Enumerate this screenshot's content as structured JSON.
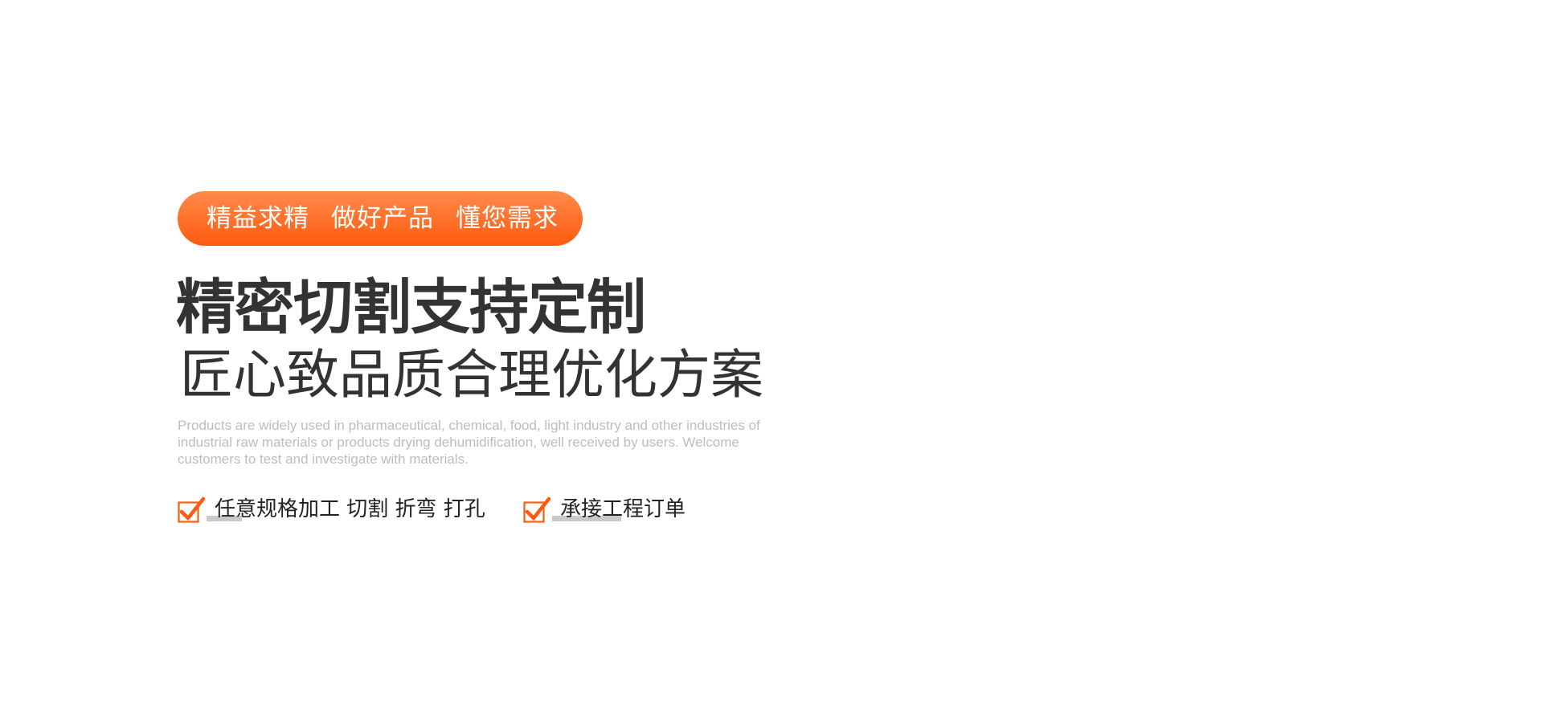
{
  "tagline": {
    "part1": "精益求精",
    "part2": "做好产品",
    "part3": "懂您需求"
  },
  "headline": "精密切割支持定制",
  "subheadline": "匠心致品质合理优化方案",
  "description": "Products are widely used in pharmaceutical, chemical, food, light industry and other industries of industrial raw materials or products drying dehumidification, well received by users. Welcome customers to test and investigate with materials.",
  "features": [
    {
      "icon": "checkbox-check-icon",
      "label": "任意规格加工 切割 折弯 打孔"
    },
    {
      "icon": "checkbox-check-icon",
      "label": "承接工程订单"
    }
  ],
  "colors": {
    "accent": "#ff5a10",
    "accent_light": "#ff8a4a",
    "heading": "#333333",
    "muted": "#bdbdbd"
  }
}
